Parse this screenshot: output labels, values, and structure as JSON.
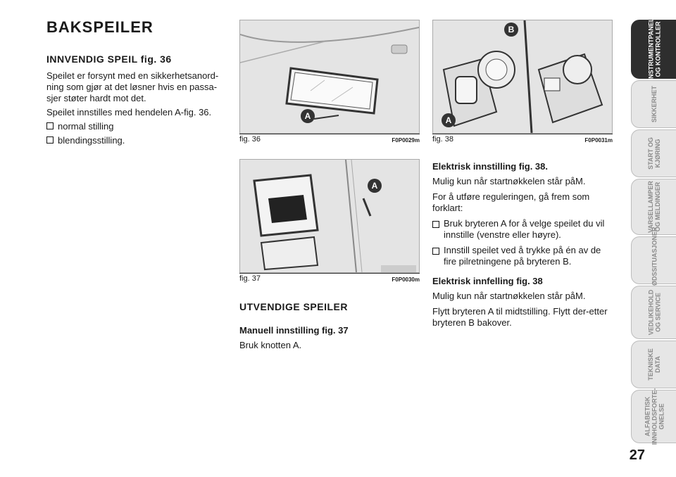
{
  "page": {
    "title": "BAKSPEILER",
    "number": "27"
  },
  "left": {
    "heading": "INNVENDIG SPEIL fig. 36",
    "para1": "Speilet er forsynt med en sikkerhetsanord-ning som gjør at det løsner hvis en passa-sjer støter hardt mot det.",
    "para2": "Speilet innstilles med hendelen  A-fig. 36.",
    "bullets": [
      "normal stilling",
      "blendingsstilling."
    ]
  },
  "figs": {
    "f36": {
      "caption": "fig. 36",
      "code": "F0P0029m",
      "callout": "A"
    },
    "f37": {
      "caption": "fig. 37",
      "code": "F0P0030m",
      "callout": "A"
    },
    "f38": {
      "caption": "fig. 38",
      "code": "F0P0031m",
      "callout_a": "A",
      "callout_b": "B"
    }
  },
  "middle": {
    "heading": "UTVENDIGE SPEILER",
    "subheading": "Manuell innstilling fig. 37",
    "text": "Bruk knotten A."
  },
  "right": {
    "heading1": "Elektrisk innstilling fig. 38.",
    "line1": "Mulig kun når startnøkkelen står påM.",
    "line2": "For å utføre reguleringen, gå frem som forklart:",
    "bullets": [
      "Bruk bryteren A for å velge speilet du vil innstille (venstre eller høyre).",
      "Innstill speilet ved å trykke på én av de fire pilretningene på bryteren B."
    ],
    "heading2": "Elektrisk innfelling fig. 38",
    "line3": "Mulig kun når startnøkkelen står påM.",
    "line4": "Flytt bryteren A til midtstilling. Flytt der-etter bryteren B bakover."
  },
  "tabs": [
    "INSTRUMENTPANEL\nOG KONTROLLER",
    "SIKKERHET",
    "START OG\nKJØRING",
    "VARSELLAMPER\nOG MELDINGER",
    "I NØDSSITUASJONER",
    "VEDLIKEHOLD\nOG SERVICE",
    "TEKNISKE\nDATA",
    "ALFABETISK\nINNHOLDSFORTE-\nGNELSE"
  ]
}
